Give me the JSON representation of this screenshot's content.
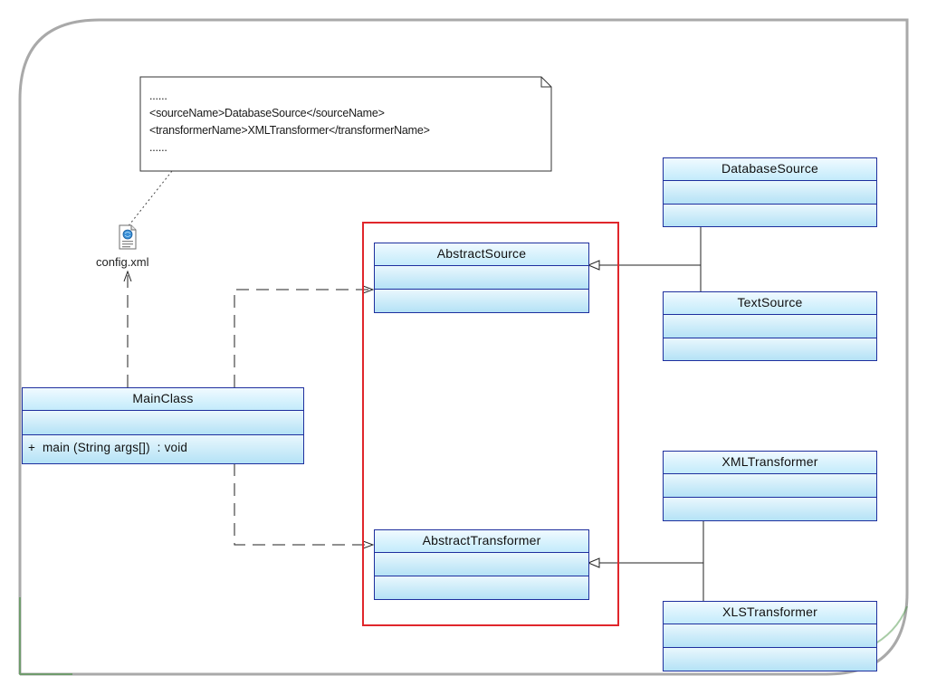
{
  "note": {
    "lines": [
      "......",
      "<sourceName>DatabaseSource</sourceName>",
      "<transformerName>XMLTransformer</transformerName>",
      "......"
    ]
  },
  "config_file": {
    "label": "config.xml",
    "icon": "xml-file-icon"
  },
  "classes": {
    "main_class": {
      "name": "MainClass",
      "operation": "+  main (String args[])  : void"
    },
    "abstract_source": {
      "name": "AbstractSource"
    },
    "abstract_transformer": {
      "name": "AbstractTransformer"
    },
    "database_source": {
      "name": "DatabaseSource"
    },
    "text_source": {
      "name": "TextSource"
    },
    "xml_transformer": {
      "name": "XMLTransformer"
    },
    "xls_transformer": {
      "name": "XLSTransformer"
    }
  },
  "colors": {
    "class_fill": "#b5e3f7",
    "class_border": "#1e2f9e",
    "highlight_border": "#e0262b",
    "frame_border": "#a8a8a8"
  }
}
